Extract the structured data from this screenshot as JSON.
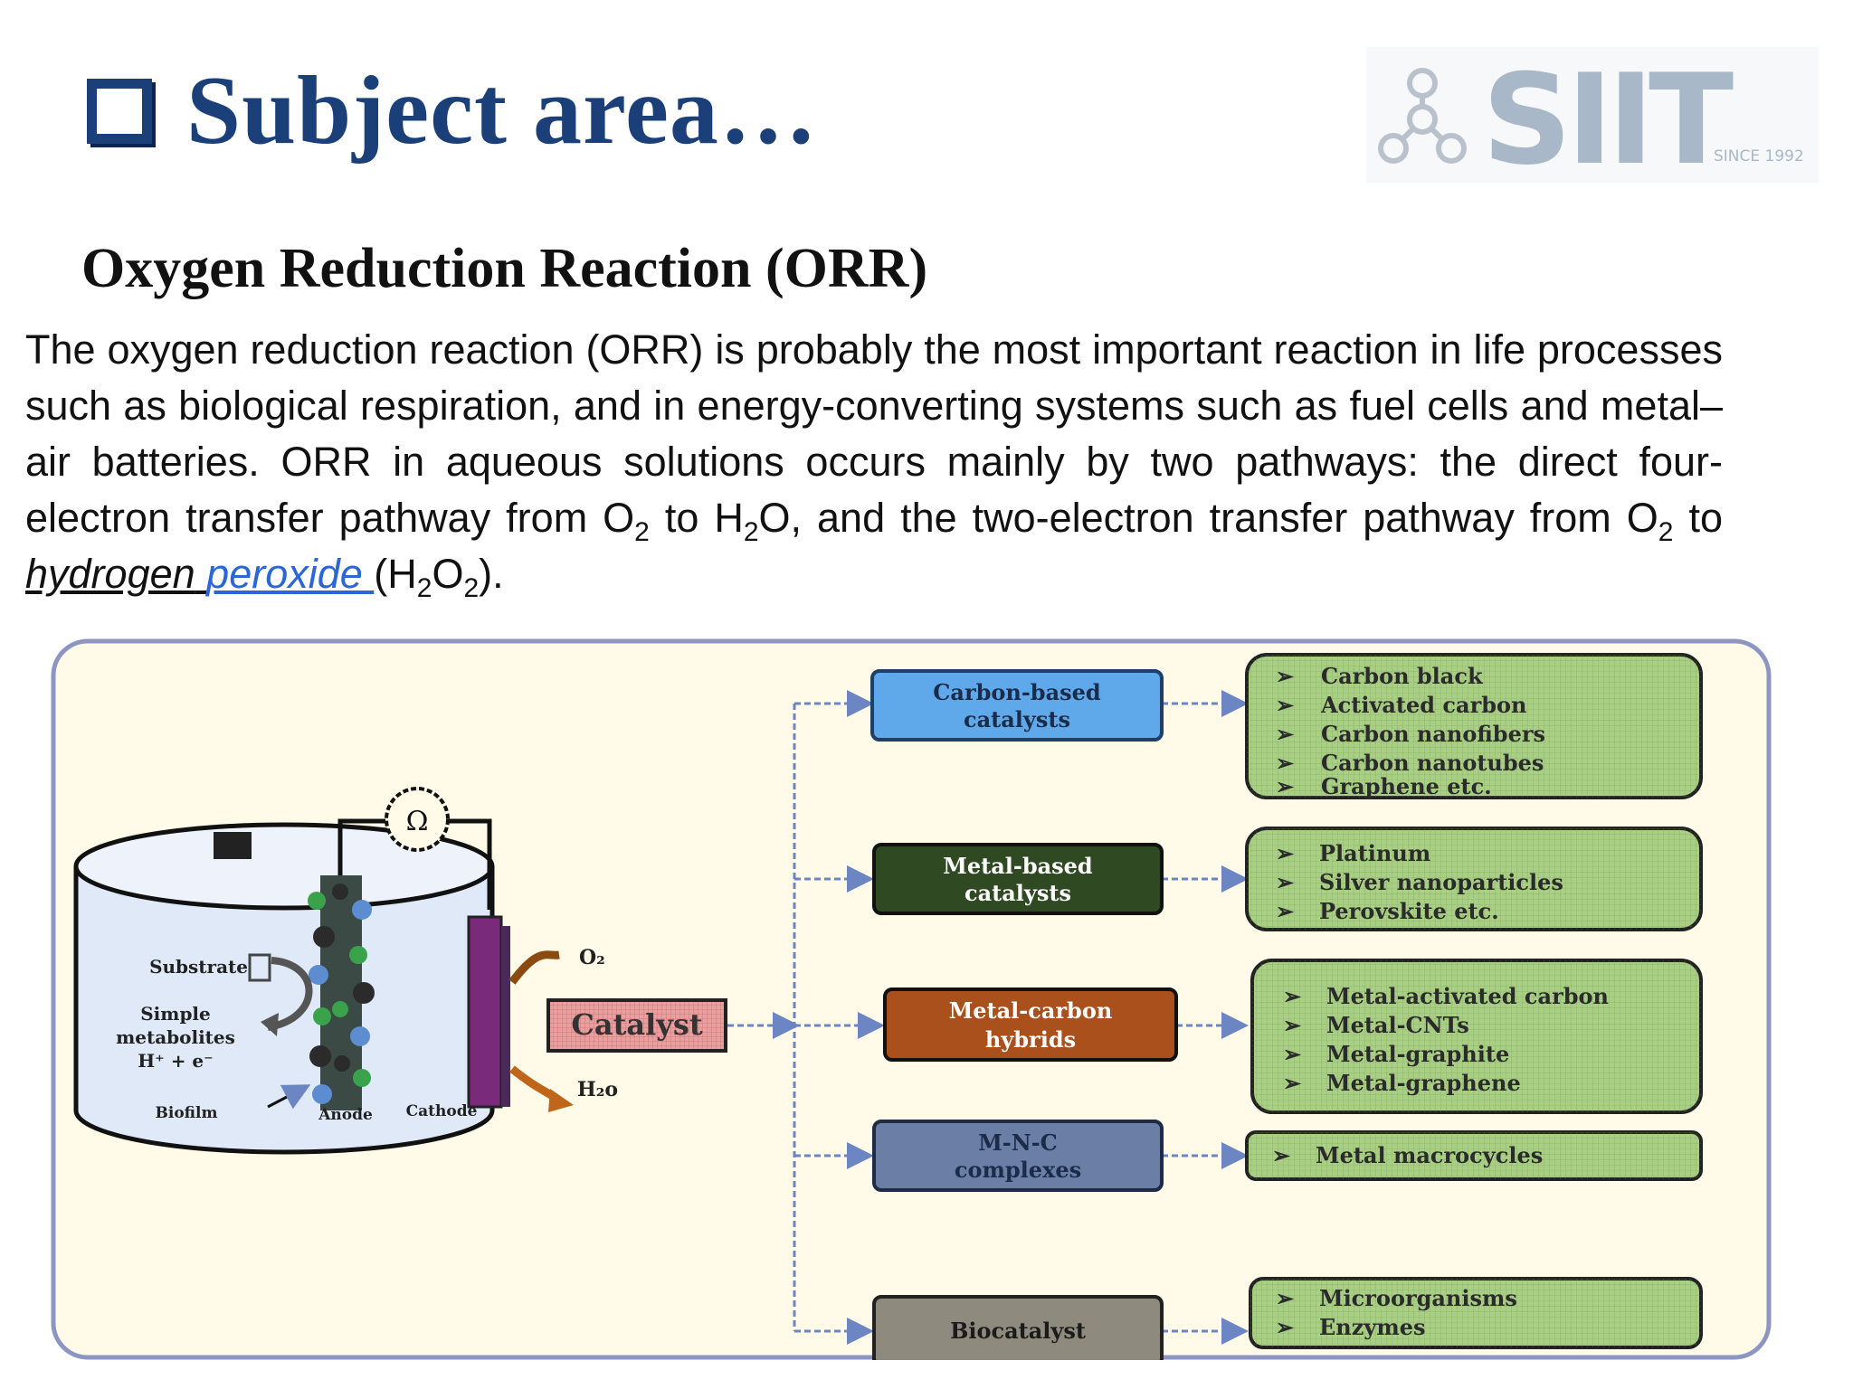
{
  "header": {
    "title": "Subject area…",
    "logo_text": "SIIT",
    "logo_since": "SINCE 1992"
  },
  "section": {
    "heading": "Oxygen Reduction Reaction (ORR)",
    "paragraph": {
      "part1": "The oxygen reduction reaction (ORR) is probably the most important reaction in life processes such as biological respiration, and in energy-converting systems such as fuel cells and metal–air batteries. ORR in aqueous solutions occurs mainly by two pathways: the direct four-electron transfer pathway from O",
      "sub1": "2",
      "part2": " to H",
      "sub2": "2",
      "part3": "O, and the two-electron transfer pathway from O",
      "sub3": "2",
      "part4": " to ",
      "link_word1": "hydrogen",
      "link_space": " ",
      "link_word2": "peroxide ",
      "part5": "(H",
      "sub4": "2",
      "part6": "O",
      "sub5": "2",
      "part7": ")."
    }
  },
  "diagram": {
    "colors": {
      "frame": "#8d96c2",
      "background": "#fffbe8",
      "carbon": "#5fa9ea",
      "metal": "#2f4a22",
      "hybrid": "#a9501c",
      "mnc": "#6b7fa6",
      "bio": "#8e8a7e",
      "list": "#a9cf84",
      "arrow": "#6b86c2"
    },
    "cell": {
      "ohm": "Ω",
      "substrate": "Substrate",
      "metabolites": [
        "Simple",
        "metabolites",
        "H⁺ + e⁻"
      ],
      "biofilm": "Biofilm",
      "anode": "Anode",
      "cathode": "Cathode",
      "o2": "O₂",
      "h2o": "H₂o"
    },
    "catalyst": "Catalyst",
    "categories": [
      {
        "label": [
          "Carbon-based",
          "catalysts"
        ],
        "items": [
          "Carbon black",
          "Activated carbon",
          "Carbon nanofibers",
          "Carbon nanotubes",
          "Graphene etc."
        ]
      },
      {
        "label": [
          "Metal-based",
          "catalysts"
        ],
        "items": [
          "Platinum",
          "Silver nanoparticles",
          "Perovskite etc."
        ]
      },
      {
        "label": [
          "Metal-carbon",
          "hybrids"
        ],
        "items": [
          "Metal-activated carbon",
          "Metal-CNTs",
          "Metal-graphite",
          "Metal-graphene"
        ]
      },
      {
        "label": [
          "M-N-C",
          "complexes"
        ],
        "items": [
          "Metal macrocycles"
        ]
      },
      {
        "label": [
          "Biocatalyst"
        ],
        "items": [
          "Microorganisms",
          "Enzymes"
        ]
      }
    ],
    "bullet": "➢"
  }
}
